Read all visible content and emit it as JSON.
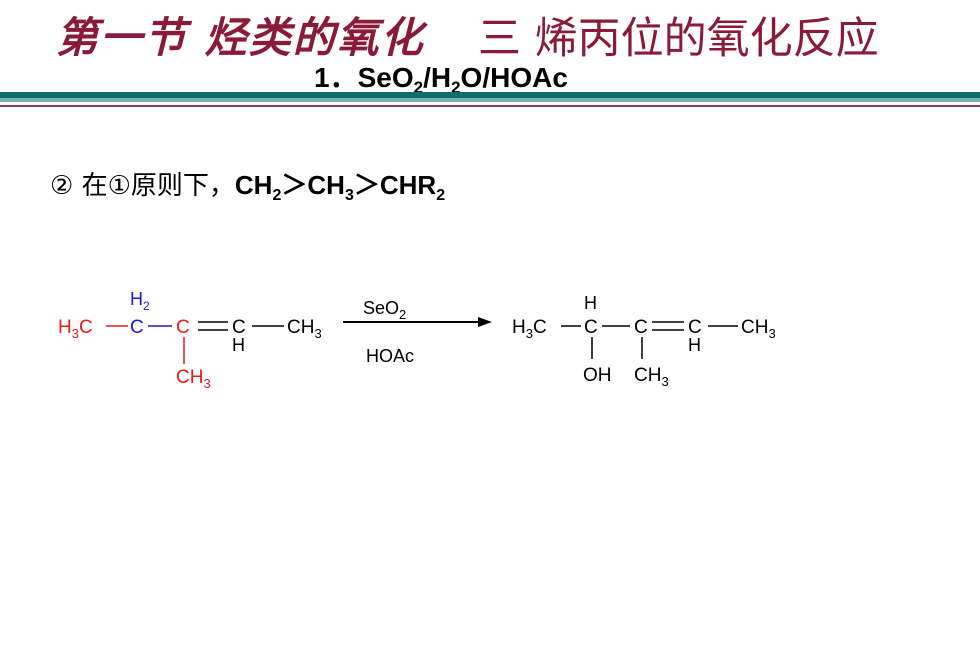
{
  "title": {
    "calligraphic": "第一节 烃类的氧化",
    "main": "三 烯丙位的氧化反应"
  },
  "subtitle": {
    "prefix": "1．SeO",
    "sub1": "2",
    "mid1": "/H",
    "sub2": "2",
    "suffix": "O/HOAc"
  },
  "rule": {
    "lead": "② 在①原则下，",
    "f1": "CH",
    "f1_sub": "2",
    "gt1": "＞",
    "f2": "CH",
    "f2_sub": "3",
    "gt2": "＞",
    "f3": "CHR",
    "f3_sub": "2"
  },
  "reaction": {
    "reactant": {
      "h3c": "H3C",
      "ch2_h": "H",
      "ch2_sub": "2",
      "c_blue": "C",
      "c_red": "C",
      "c_alkene": "C",
      "h_alkene": "H",
      "ch3_right": "CH3",
      "ch3_branch": "CH3"
    },
    "reagent_above": "SeO2",
    "reagent_below": "HOAc",
    "product": {
      "h3c": "H3C",
      "h_top": "H",
      "c1": "C",
      "c2": "C",
      "c3": "C",
      "h_right": "H",
      "ch3_right": "CH3",
      "oh": "OH",
      "ch3_branch": "CH3"
    }
  },
  "colors": {
    "title": "#8b1a3a",
    "band_dark": "#0f6d6d",
    "band_light": "#6fb3b3",
    "band_accent": "#8c3c6c",
    "reactant_red": "#e31b1b",
    "reactant_blue": "#1a1ad6"
  }
}
